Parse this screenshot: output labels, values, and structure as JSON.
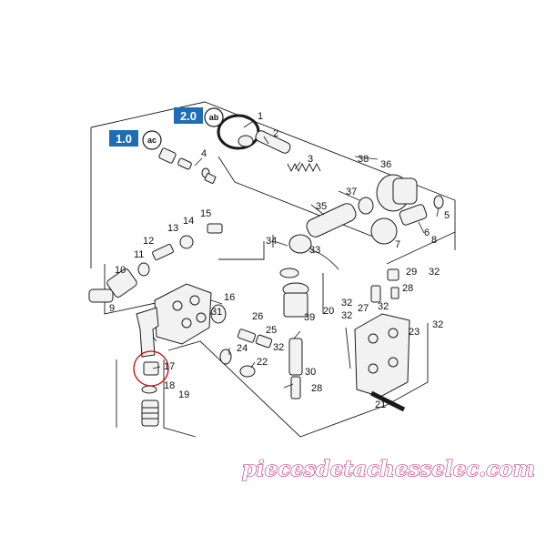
{
  "badges": [
    {
      "number": "1.0",
      "code": "ac"
    },
    {
      "number": "2.0",
      "code": "ab"
    }
  ],
  "callouts": [
    "1",
    "2",
    "3",
    "4",
    "5",
    "6",
    "7",
    "8",
    "9",
    "10",
    "11",
    "12",
    "13",
    "14",
    "15",
    "16",
    "17",
    "18",
    "19",
    "20",
    "21",
    "22",
    "23",
    "24",
    "25",
    "26",
    "27",
    "28",
    "28",
    "29",
    "30",
    "31",
    "32",
    "32",
    "32",
    "32",
    "32",
    "32",
    "33",
    "34",
    "35",
    "36",
    "37",
    "38",
    "39"
  ],
  "highlight_color": "#d40000",
  "badge_color": "#1f6db5",
  "watermark": {
    "text": "piecesdetachesselec.com",
    "color": "#b3126b"
  }
}
